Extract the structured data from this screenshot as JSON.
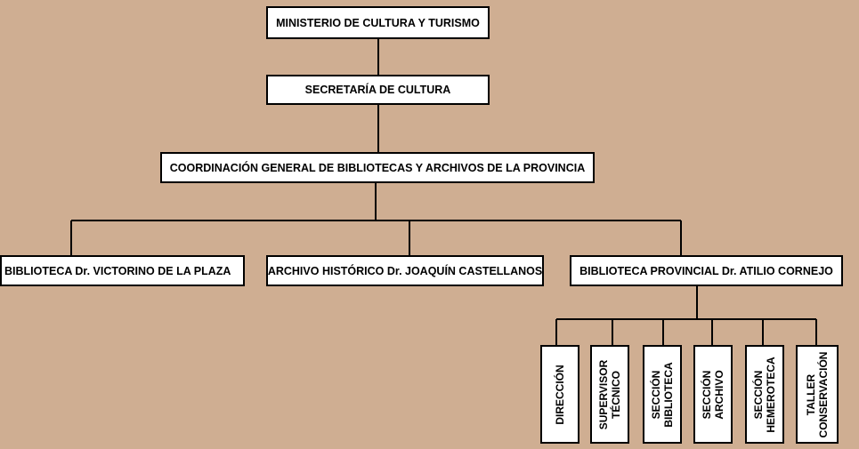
{
  "colors": {
    "background": "#cfae92",
    "box": "#ffffff",
    "line": "#000000"
  },
  "org": {
    "ministerio": "MINISTERIO DE CULTURA Y TURISMO",
    "secretaria": "SECRETARÍA DE CULTURA",
    "coordinacion": "COORDINACIÓN GENERAL DE BIBLIOTECAS Y ARCHIVOS DE LA PROVINCIA",
    "biblioteca_victorino": "BIBLIOTECA Dr. VICTORINO DE LA PLAZA",
    "archivo_historico": "ARCHIVO HISTÓRICO Dr. JOAQUÍN CASTELLANOS",
    "biblioteca_provincial": "BIBLIOTECA PROVINCIAL Dr. ATILIO CORNEJO",
    "units": [
      {
        "line1": "DIRECCIÓN",
        "line2": ""
      },
      {
        "line1": "SUPERVISOR",
        "line2": "TÉCNICO"
      },
      {
        "line1": "SECCIÓN",
        "line2": "BIBLIOTECA"
      },
      {
        "line1": "SECCIÓN",
        "line2": "ARCHIVO"
      },
      {
        "line1": "SECCIÓN",
        "line2": "HEMEROTECA"
      },
      {
        "line1": "TALLER",
        "line2": "CONSERVACIÓN"
      }
    ]
  }
}
